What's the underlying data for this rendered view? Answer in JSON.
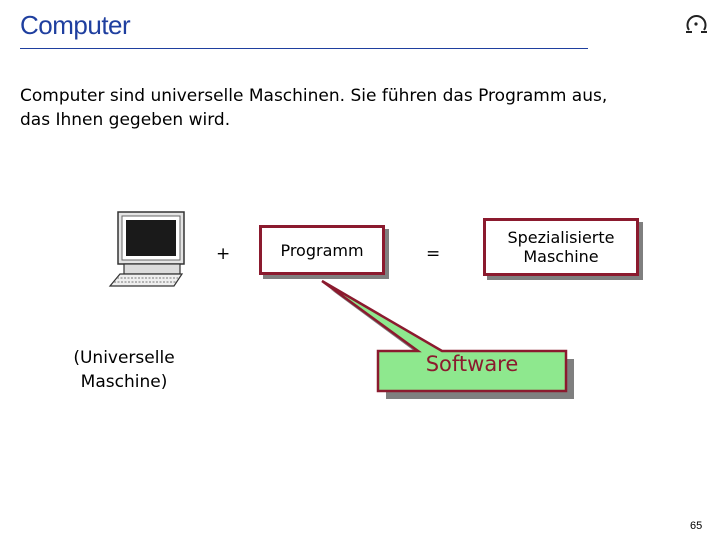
{
  "slide": {
    "title": "Computer",
    "body_line1": "Computer sind universelle Maschinen. Sie führen das Programm aus,",
    "body_line2": "das Ihnen gegeben wird.",
    "plus": "+",
    "equals": "=",
    "programm_label": "Programm",
    "spezialisierte_line1": "Spezialisierte",
    "spezialisierte_line2": "Maschine",
    "computer_label_line1": "(Universelle",
    "computer_label_line2": "Maschine)",
    "callout_text": "Software",
    "page_number": "65",
    "icons": [
      "computer-icon",
      "logo-icon"
    ]
  },
  "colors": {
    "title": "#1f3f9f",
    "box_border": "#8b1a2e",
    "callout_fill": "#8ee88e",
    "callout_text": "#8b1a2e"
  }
}
